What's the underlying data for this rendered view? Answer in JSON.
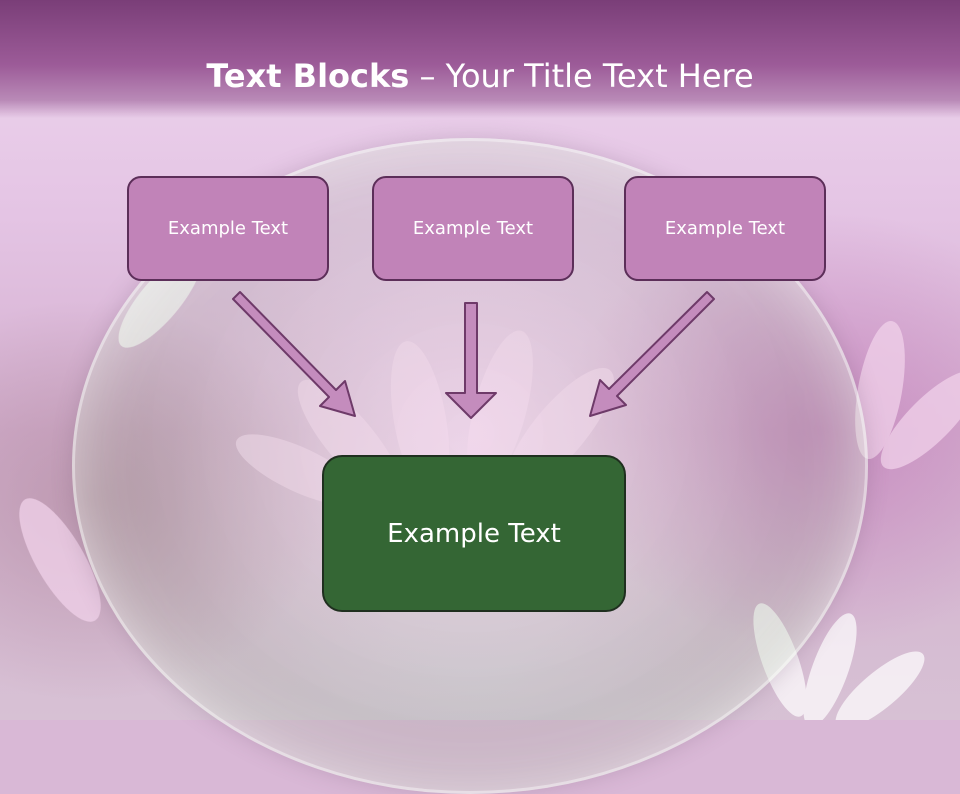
{
  "slide": {
    "title_bold": "Text Blocks",
    "title_rest": " – Your Title Text Here",
    "top_blocks": [
      {
        "label": "Example Text"
      },
      {
        "label": "Example Text"
      },
      {
        "label": "Example Text"
      }
    ],
    "main_block": {
      "label": "Example Text"
    }
  },
  "colors": {
    "header": "#9c5b98",
    "top_block_fill": "#c183b8",
    "top_block_border": "#5c2e59",
    "main_block_fill": "#346634",
    "arrow_fill": "#c48cbd",
    "arrow_stroke": "#6e3a69"
  },
  "icons": {
    "arrow_left": "arrow-down-right-icon",
    "arrow_center": "arrow-down-icon",
    "arrow_right": "arrow-down-left-icon"
  }
}
